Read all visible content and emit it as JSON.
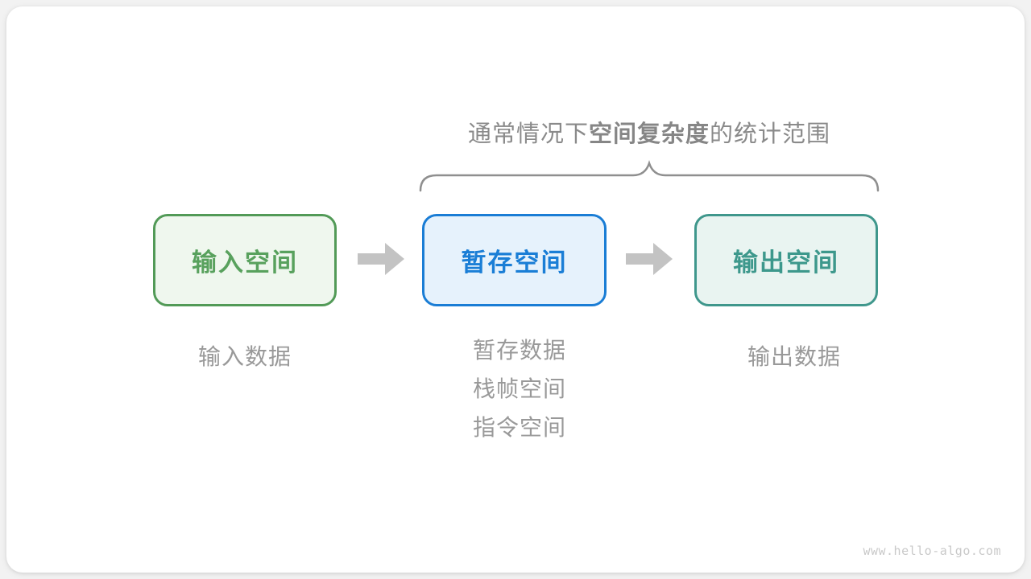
{
  "annotation": {
    "title_prefix": "通常情况下",
    "title_bold": "空间复杂度",
    "title_suffix": "的统计范围"
  },
  "boxes": [
    {
      "id": "input",
      "label": "输入空间",
      "border_color": "#529a57",
      "fill_color": "#eff7ee",
      "text_color": "#58a15d"
    },
    {
      "id": "buffer",
      "label": "暂存空间",
      "border_color": "#1a7dd5",
      "fill_color": "#e6f2fc",
      "text_color": "#1a7ed6"
    },
    {
      "id": "output",
      "label": "输出空间",
      "border_color": "#3f978c",
      "fill_color": "#e9f4f1",
      "text_color": "#3d988c"
    }
  ],
  "captions": {
    "input": "输入数据",
    "buffer": [
      "暂存数据",
      "栈帧空间",
      "指令空间"
    ],
    "output": "输出数据"
  },
  "icons": {
    "arrow": "right-block-arrow",
    "brace": "top-curly-brace"
  },
  "colors": {
    "arrow": "#c3c3c3",
    "brace": "#8f8f8f",
    "annotation_text": "#8a8a8a",
    "caption_text": "#999999",
    "card_background": "#ffffff"
  },
  "watermark": "www.hello-algo.com"
}
